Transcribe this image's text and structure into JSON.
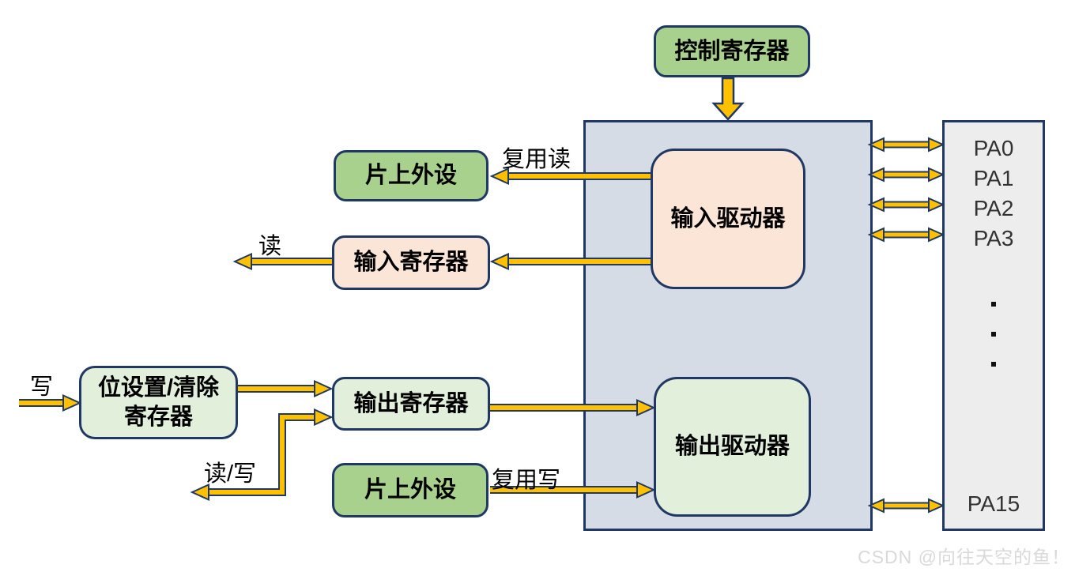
{
  "diagram": {
    "blocks": {
      "control_register": "控制寄存器",
      "input_driver": "输入驱动器",
      "output_driver": "输出驱动器",
      "onchip_peripheral_top": "片上外设",
      "input_register": "输入寄存器",
      "bit_set_clear_line1": "位设置/清除",
      "bit_set_clear_line2": "寄存器",
      "output_register": "输出寄存器",
      "onchip_peripheral_bottom": "片上外设"
    },
    "arrow_labels": {
      "mux_read": "复用读",
      "read": "读",
      "write": "写",
      "read_write": "读/写",
      "mux_write": "复用写"
    },
    "pins": [
      "PA0",
      "PA1",
      "PA2",
      "PA3"
    ],
    "pin_last": "PA15",
    "colors": {
      "border_navy": "#1f3864",
      "arrow_gold": "#ffc000",
      "green": "#a9d18e",
      "light_green": "#e2efda",
      "peach": "#fbe5d6",
      "panel_blue_gray": "#d6dce5",
      "panel_gray": "#ededed"
    },
    "watermark": "CSDN @向往天空的鱼！"
  }
}
